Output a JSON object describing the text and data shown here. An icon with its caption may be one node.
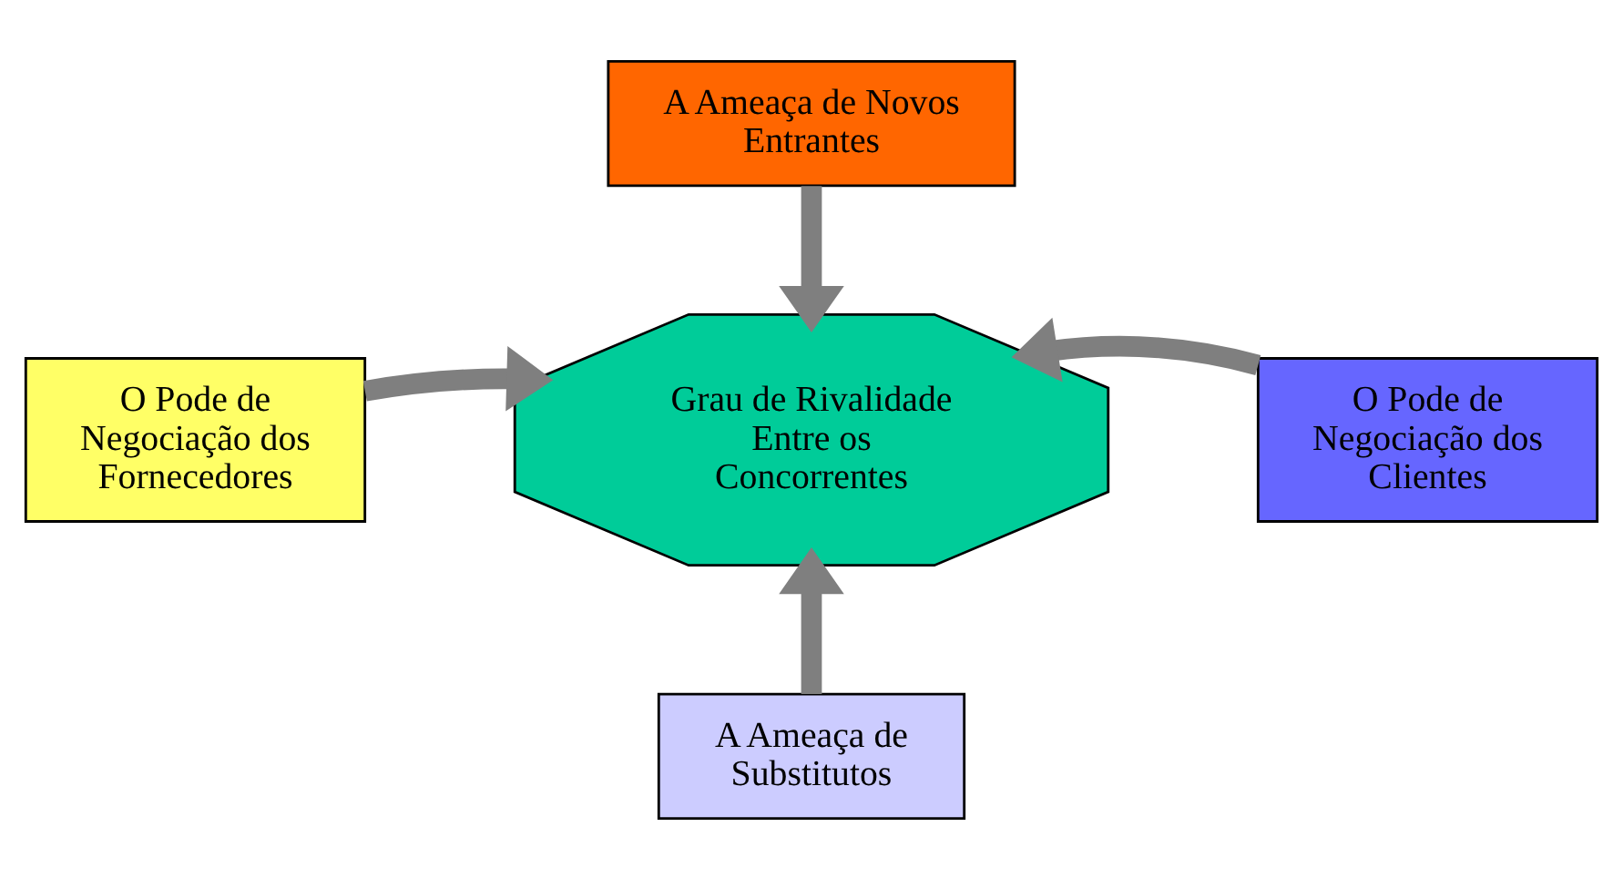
{
  "diagram": {
    "nodes": [
      {
        "text": [
          "A Ameaça de Novos Entrantes"
        ]
      },
      {
        "text": [
          "O Pode de Negociação dos Fornecedores"
        ]
      },
      {
        "text": [
          "Grau de Rivalidade Entre os Concorrentes"
        ]
      },
      {
        "text": [
          "O Pode de Negociação dos Clientes"
        ]
      },
      {
        "text": [
          "A Ameaça de Substitutos"
        ]
      }
    ],
    "edges": [
      {
        "from": 0,
        "to": 2,
        "arrow": "to"
      },
      {
        "from": 1,
        "to": 2,
        "arrow": "to"
      },
      {
        "from": 3,
        "to": 2,
        "arrow": "to"
      },
      {
        "from": 4,
        "to": 2,
        "arrow": "to"
      }
    ]
  }
}
